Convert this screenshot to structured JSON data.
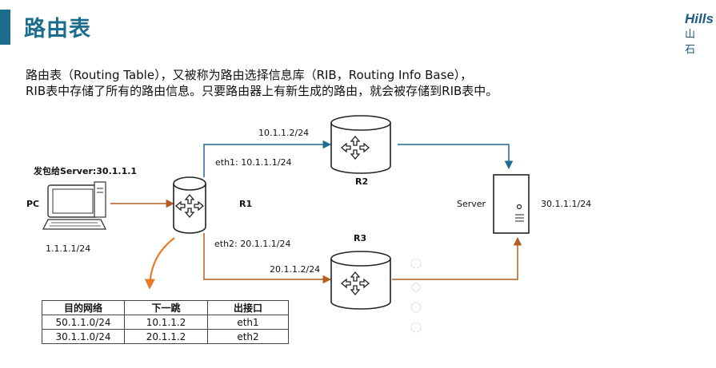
{
  "header": {
    "title": "路由表",
    "logo_main": "Hills",
    "logo_sub": "山石"
  },
  "description": {
    "line1": "路由表（Routing Table），又被称为路由选择信息库（RIB，Routing Info Base），",
    "line2": "RIB表中存储了所有的路由信息。只要路由器上有新生成的路由，就会被存储到RIB表中。"
  },
  "diagram": {
    "send_note": "发包给Server:30.1.1.1",
    "pc_label": "PC",
    "pc_ip": "1.1.1.1/24",
    "r1_label": "R1",
    "r2_label": "R2",
    "r3_label": "R3",
    "server_label": "Server",
    "server_ip": "30.1.1.1/24",
    "r1_eth1": "eth1: 10.1.1.1/24",
    "r1_eth2": "eth2: 20.1.1.1/24",
    "r2_ip": "10.1.1.2/24",
    "r3_ip": "20.1.1.2/24"
  },
  "routing_table": {
    "headers": [
      "目的网络",
      "下一跳",
      "出接口"
    ],
    "rows": [
      [
        "50.1.1.0/24",
        "10.1.1.2",
        "eth1"
      ],
      [
        "30.1.1.0/24",
        "20.1.1.2",
        "eth2"
      ]
    ]
  },
  "colors": {
    "title": "#1c6d8c",
    "lines_top": "#1e6a93",
    "lines_bottom": "#b65c22",
    "callout_arrow": "#e87a2a"
  }
}
